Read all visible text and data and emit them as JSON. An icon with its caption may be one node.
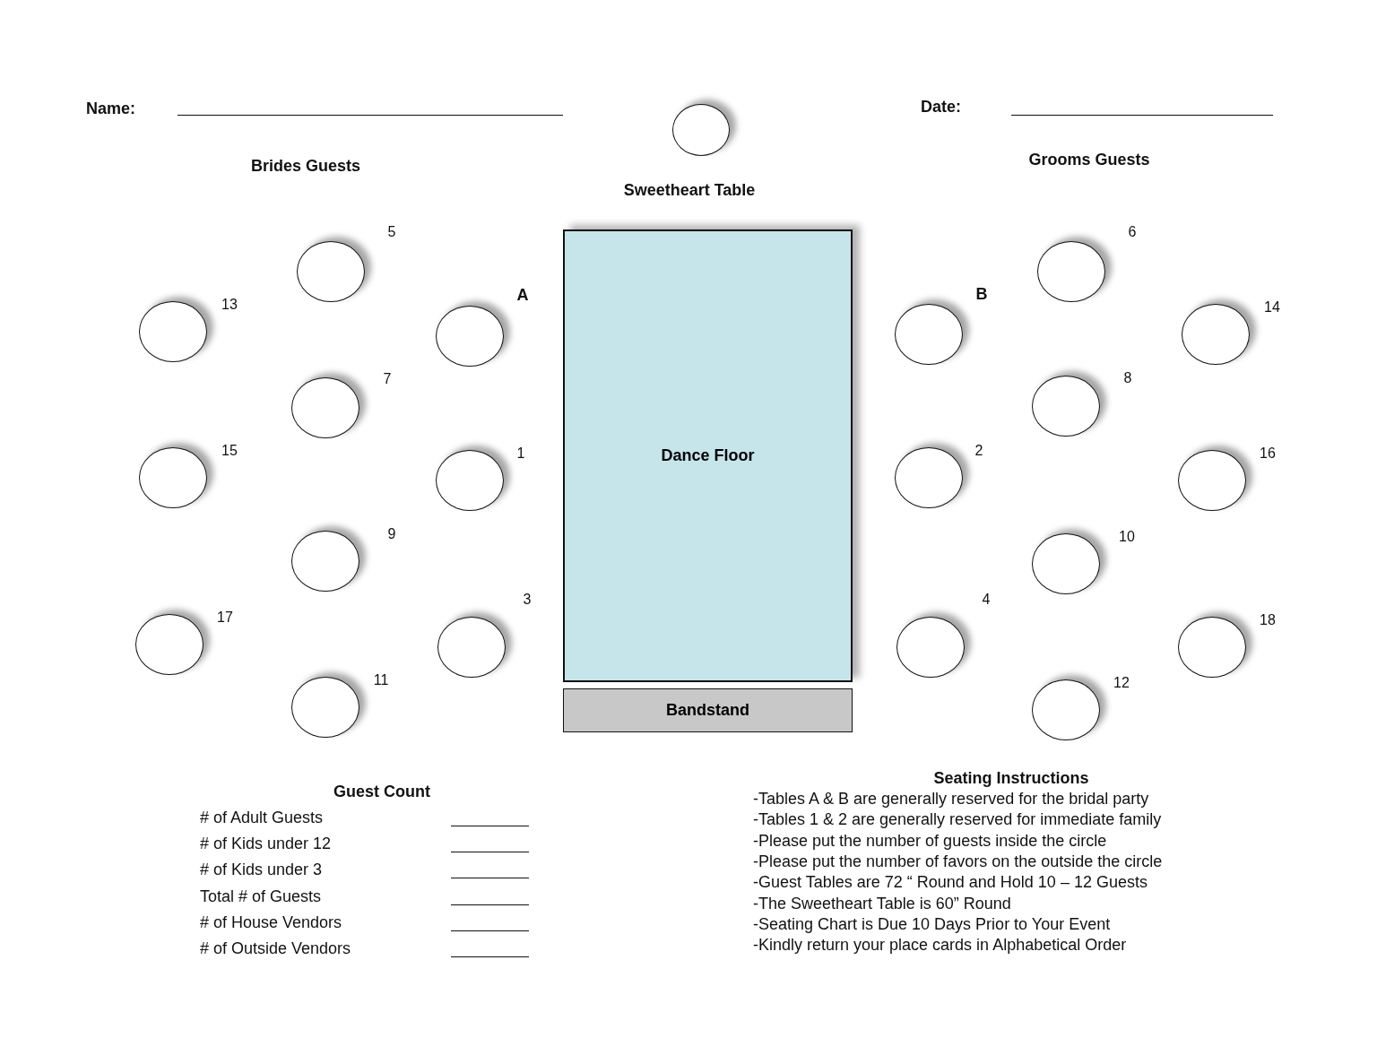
{
  "diagram": {
    "nodes": [
      {
        "text": [],
        "shape": "circle",
        "beside": [
          "Sweetheart Table"
        ]
      },
      {
        "text": [],
        "shape": "circle",
        "beside": [
          "5"
        ]
      },
      {
        "text": [],
        "shape": "circle",
        "beside": [
          "13"
        ]
      },
      {
        "text": [],
        "shape": "circle",
        "beside": [
          "A"
        ]
      },
      {
        "text": [],
        "shape": "circle",
        "beside": [
          "7"
        ]
      },
      {
        "text": [],
        "shape": "circle",
        "beside": [
          "15"
        ]
      },
      {
        "text": [],
        "shape": "circle",
        "beside": [
          "1"
        ]
      },
      {
        "text": [],
        "shape": "circle",
        "beside": [
          "9"
        ]
      },
      {
        "text": [],
        "shape": "circle",
        "beside": [
          "17"
        ]
      },
      {
        "text": [],
        "shape": "circle",
        "beside": [
          "3"
        ]
      },
      {
        "text": [],
        "shape": "circle",
        "beside": [
          "11"
        ]
      },
      {
        "text": [
          "Dance Floor"
        ]
      },
      {
        "text": [
          "Bandstand"
        ]
      },
      {
        "text": [],
        "shape": "circle",
        "beside": [
          "6"
        ]
      },
      {
        "text": [],
        "shape": "circle",
        "beside": [
          "B"
        ]
      },
      {
        "text": [],
        "shape": "circle",
        "beside": [
          "14"
        ]
      },
      {
        "text": [],
        "shape": "circle",
        "beside": [
          "8"
        ]
      },
      {
        "text": [],
        "shape": "circle",
        "beside": [
          "2"
        ]
      },
      {
        "text": [],
        "shape": "circle",
        "beside": [
          "16"
        ]
      },
      {
        "text": [],
        "shape": "circle",
        "beside": [
          "10"
        ]
      },
      {
        "text": [],
        "shape": "circle",
        "beside": [
          "4"
        ]
      },
      {
        "text": [],
        "shape": "circle",
        "beside": [
          "18"
        ]
      },
      {
        "text": [],
        "shape": "circle",
        "beside": [
          "12"
        ]
      }
    ],
    "labels": [
      "Name:",
      "Date:",
      "Brides Guests",
      "Grooms Guests",
      "Guest Count",
      "# of Adult Guests",
      "# of Kids under 12",
      "# of Kids under 3",
      "Total # of Guests",
      "# of  House Vendors",
      "# of  Outside Vendors",
      "Seating Instructions",
      "-Tables A & B are generally reserved for the bridal party",
      "-Tables 1 & 2 are generally reserved for immediate family",
      "-Please put the number of guests inside the circle",
      "-Please put the number of favors on the outside the circle",
      "-Guest Tables are 72 “ Round and Hold 10 – 12 Guests",
      "-The Sweetheart Table is 60” Round",
      "-Seating Chart is Due 10 Days Prior to Your Event",
      "-Kindly return your place cards in Alphabetical Order"
    ]
  }
}
